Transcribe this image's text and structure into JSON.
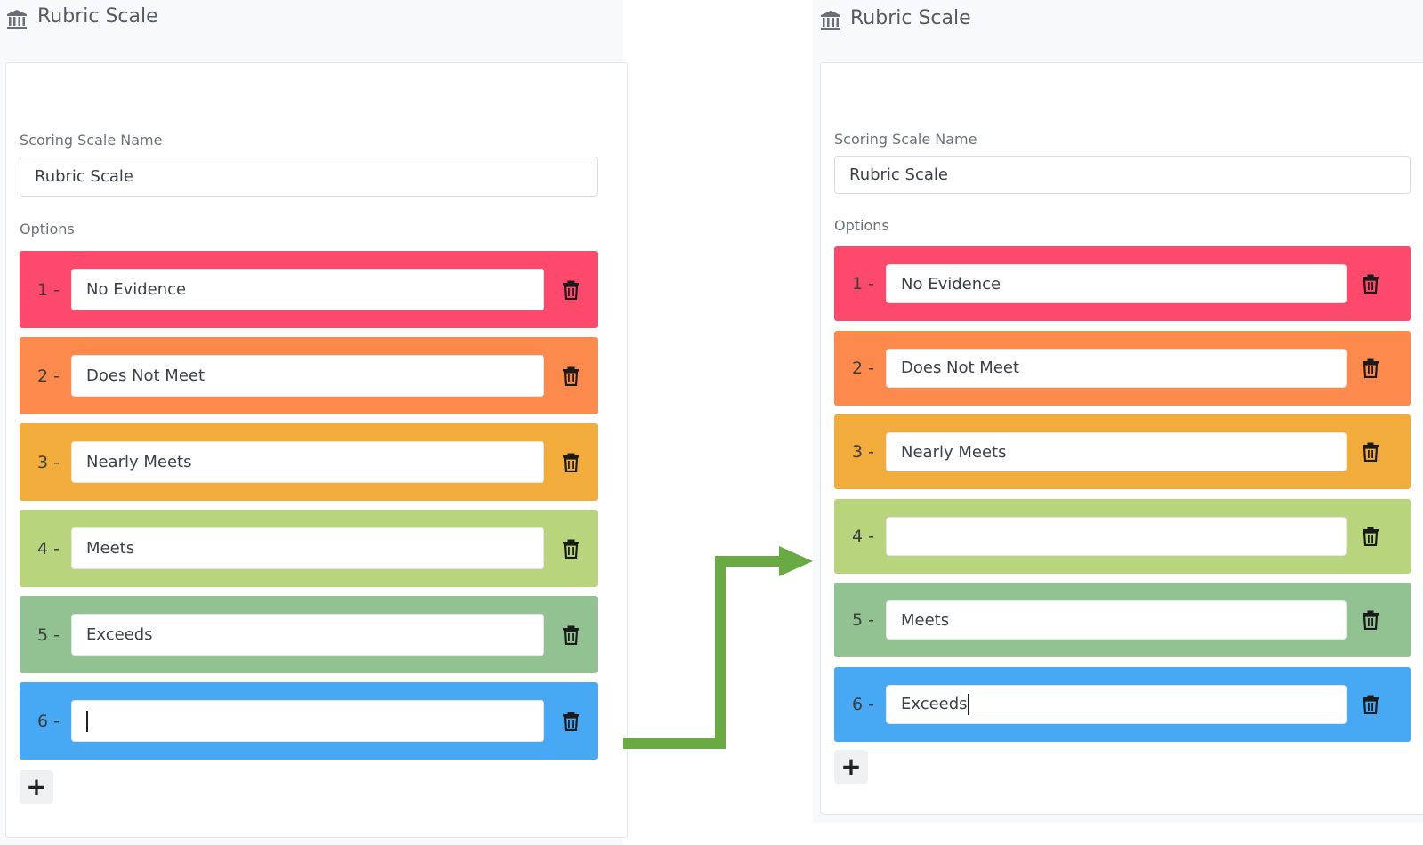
{
  "colors": {
    "row1": "#fd4a6c",
    "row2": "#fb8a4c",
    "row3": "#f1ac3c",
    "row4": "#b8d57d",
    "row5": "#92c192",
    "row6": "#47a9f4",
    "arrow": "#6aaa42"
  },
  "before": {
    "title": "Rubric Scale",
    "name_label": "Scoring Scale Name",
    "name_value": "Rubric Scale",
    "options_label": "Options",
    "options": [
      {
        "num": "1 -",
        "value": "No Evidence"
      },
      {
        "num": "2 -",
        "value": "Does Not Meet"
      },
      {
        "num": "3 -",
        "value": "Nearly Meets"
      },
      {
        "num": "4 -",
        "value": "Meets"
      },
      {
        "num": "5 -",
        "value": "Exceeds"
      },
      {
        "num": "6 -",
        "value": ""
      }
    ],
    "add_label": "+"
  },
  "after": {
    "title": "Rubric Scale",
    "name_label": "Scoring Scale Name",
    "name_value": "Rubric Scale",
    "options_label": "Options",
    "options": [
      {
        "num": "1 -",
        "value": "No Evidence"
      },
      {
        "num": "2 -",
        "value": "Does Not Meet"
      },
      {
        "num": "3 -",
        "value": "Nearly Meets"
      },
      {
        "num": "4 -",
        "value": ""
      },
      {
        "num": "5 -",
        "value": "Meets"
      },
      {
        "num": "6 -",
        "value": "Exceeds"
      }
    ],
    "add_label": "+"
  },
  "icons": {
    "header": "bank-icon",
    "delete": "trash-icon",
    "add": "plus-icon",
    "transition": "arrow-icon"
  }
}
